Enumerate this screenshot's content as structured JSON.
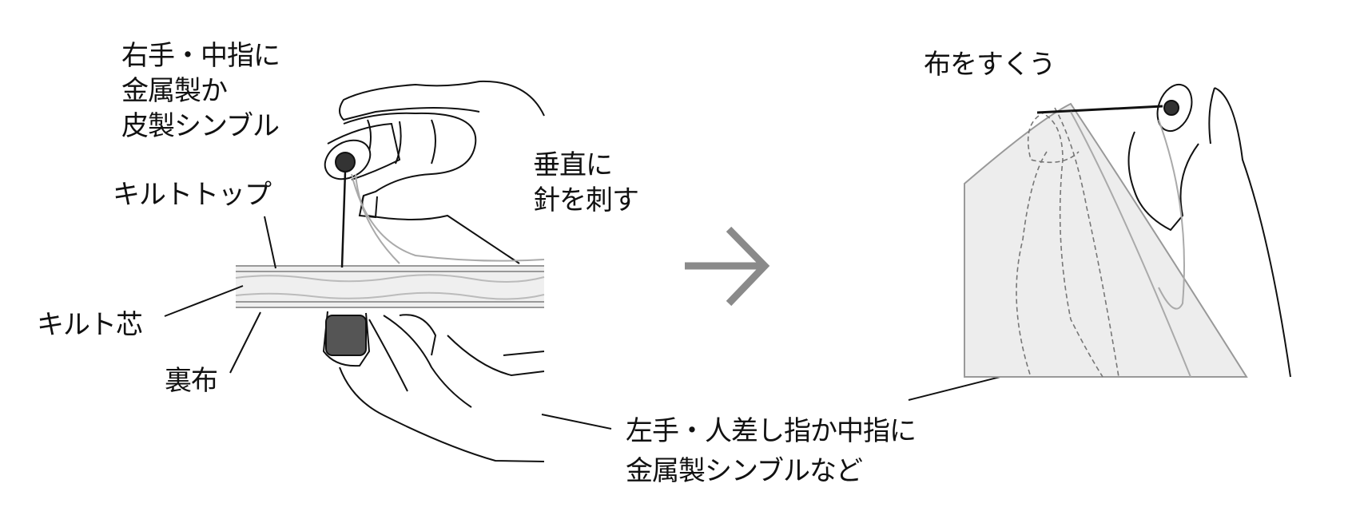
{
  "labels": {
    "right_thimble": [
      "右手・中指に",
      "金属製か",
      "皮製シンブル"
    ],
    "vertical": [
      "垂直に",
      "針を刺す"
    ],
    "quilt_top": "キルトトップ",
    "batting": "キルト芯",
    "backing": "裏布",
    "scoop": "布をすくう",
    "left_thimble": [
      "左手・人差し指か中指に",
      "金属製シンブルなど"
    ]
  },
  "colors": {
    "line": "#111111",
    "arrow": "#8a8a8a",
    "fabric_fill": "#ededed",
    "thread": "#aaaaaa"
  },
  "icons": {
    "arrow": "arrow-right-icon"
  }
}
